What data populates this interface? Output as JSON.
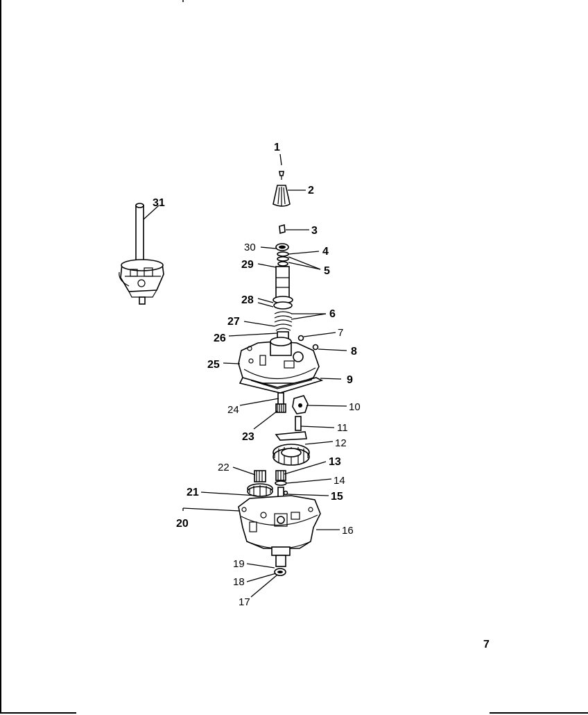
{
  "page_number": "7",
  "labels": {
    "l1": "1",
    "l2": "2",
    "l3": "3",
    "l4": "4",
    "l5": "5",
    "l6": "6",
    "l7": "7",
    "l8": "8",
    "l9": "9",
    "l10": "10",
    "l11": "11",
    "l12": "12",
    "l13": "13",
    "l14": "14",
    "l15": "15",
    "l16": "16",
    "l17": "17",
    "l18": "18",
    "l19": "19",
    "l20": "20",
    "l21": "21",
    "l22": "22",
    "l23": "23",
    "l24": "24",
    "l25": "25",
    "l26": "26",
    "l27": "27",
    "l28": "28",
    "l29": "29",
    "l30": "30",
    "l31": "31"
  }
}
